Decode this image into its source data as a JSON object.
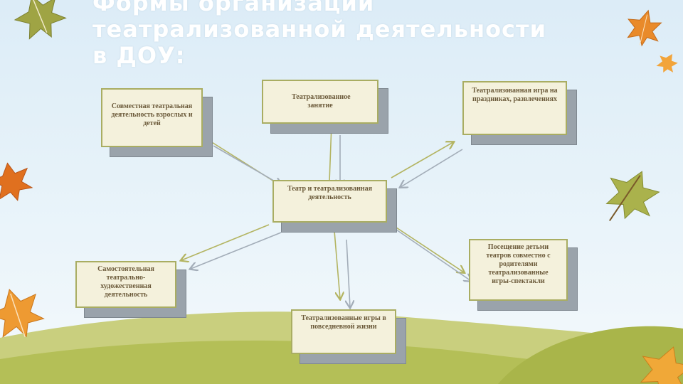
{
  "slide": {
    "title_lines": [
      "Формы организации",
      "театрализованной деятельности",
      "в ДОУ:"
    ]
  },
  "diagram": {
    "center": "Театр   и театрализованная деятельность",
    "nodes": {
      "joint": "Совместная театральная деятельность взрослых и детей",
      "lesson": "Театрализованное занятие",
      "holiday": "Театрализованная игра на праздниках, развлечениях",
      "independent": "Самостоятельная театрально-художественная деятельность",
      "daily": "Театрализованные игры в повседневной жизни",
      "visits": "Посещение детьми театров совместно с родителями театрализованные игры-спектакли"
    }
  },
  "colors": {
    "card_fill": "#f4f1dc",
    "card_border": "#a9ad62",
    "card_text": "#6b5a3a",
    "shadow": "#9aa3ab",
    "arrow_olive": "#b3b461",
    "arrow_gray": "#a3adb8",
    "hill_front": "#b4bf57",
    "hill_back": "#c9cf7e"
  }
}
